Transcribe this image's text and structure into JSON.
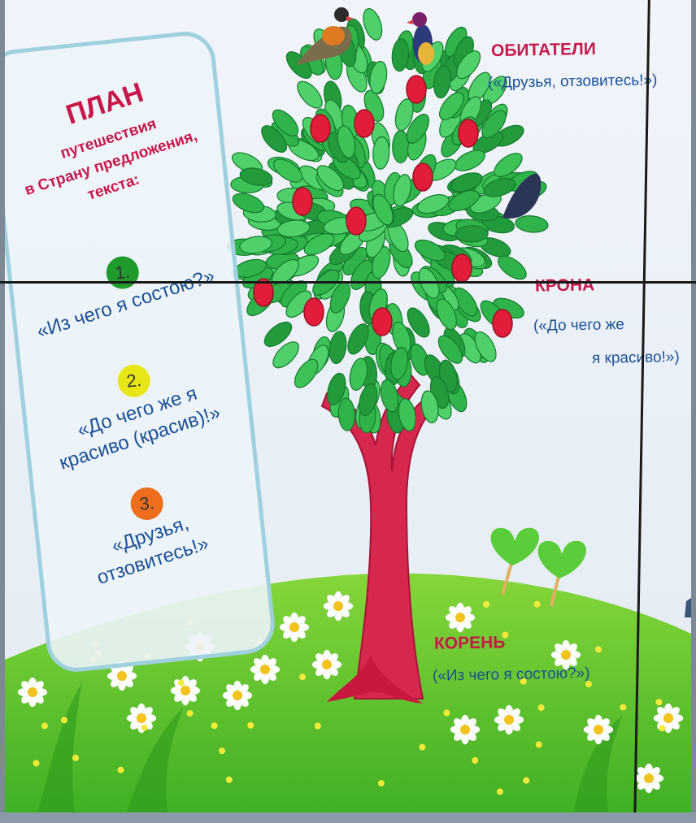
{
  "plan": {
    "title": "ПЛАН",
    "subtitle_1": "путешествия",
    "subtitle_2": "в Страну предложения,",
    "subtitle_3": "текста:"
  },
  "steps": [
    {
      "number": "1.",
      "text_1": "«Из чего я состою?»",
      "text_2": "",
      "color": "#1f9a2c"
    },
    {
      "number": "2.",
      "text_1": "«До чего же я",
      "text_2": "красиво (красив)!»",
      "color": "#e8e616"
    },
    {
      "number": "3.",
      "text_1": "«Друзья,",
      "text_2": "отзовитесь!»",
      "color": "#ef6d1c"
    }
  ],
  "tree_labels": {
    "inhabitants_title": "ОБИТАТЕЛИ",
    "inhabitants_text": "(«Друзья, отзовитесь!»)",
    "crown_title": "КРОНА",
    "crown_text_1": "(«До чего же",
    "crown_text_2": "я красиво!»)",
    "root_title": "КОРЕНЬ",
    "root_text": "(«Из чего я состою?»)"
  },
  "colors": {
    "leaf": "#2fb34a",
    "trunk": "#d6284f",
    "apple": "#e21d3a",
    "grass": "#5cc52b",
    "title_red": "#c8184a",
    "text_blue": "#1d4f94"
  }
}
